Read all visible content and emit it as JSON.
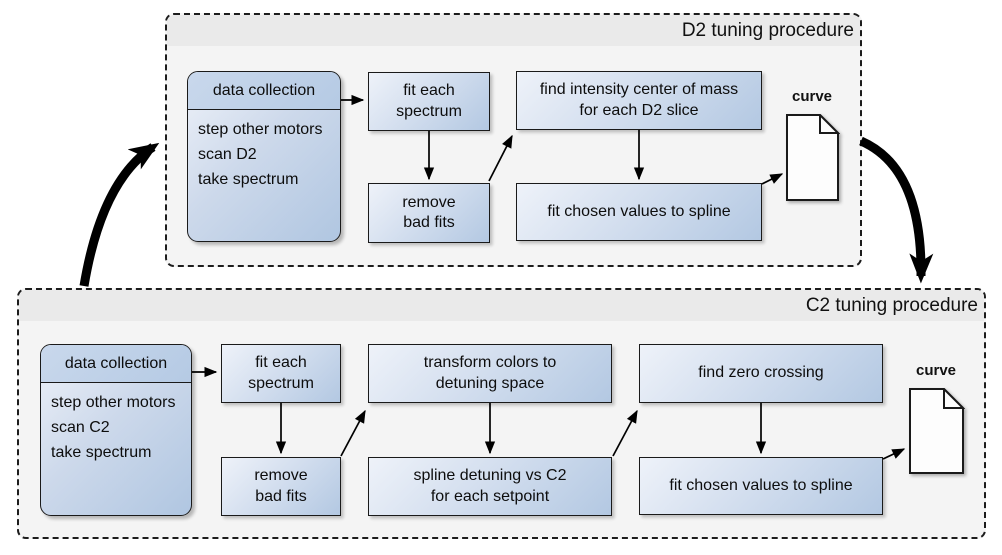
{
  "colors": {
    "box_gradient_light": "#eef2f9",
    "box_gradient_dark": "#b3c8e2",
    "panel_fill": "#f4f4f4",
    "panel_band_fill": "#eaeaea",
    "border": "#1a1a1a"
  },
  "d2": {
    "title": "D2 tuning procedure",
    "data_collection": {
      "header": "data collection",
      "lines": [
        "step other motors",
        "scan D2",
        "take spectrum"
      ]
    },
    "boxes": {
      "fit_each_spectrum": "fit each\nspectrum",
      "remove_bad_fits": "remove\nbad fits",
      "find_intensity": "find intensity center of mass\nfor each D2 slice",
      "fit_spline": "fit chosen values to spline"
    },
    "curve_label": "curve"
  },
  "c2": {
    "title": "C2 tuning procedure",
    "data_collection": {
      "header": "data collection",
      "lines": [
        "step other motors",
        "scan C2",
        "take spectrum"
      ]
    },
    "boxes": {
      "fit_each_spectrum": "fit each\nspectrum",
      "remove_bad_fits": "remove\nbad fits",
      "transform_colors": "transform colors to\ndetuning space",
      "spline_detuning": "spline detuning vs C2\nfor each setpoint",
      "find_zero_crossing": "find zero crossing",
      "fit_spline": "fit chosen values to spline"
    },
    "curve_label": "curve"
  }
}
